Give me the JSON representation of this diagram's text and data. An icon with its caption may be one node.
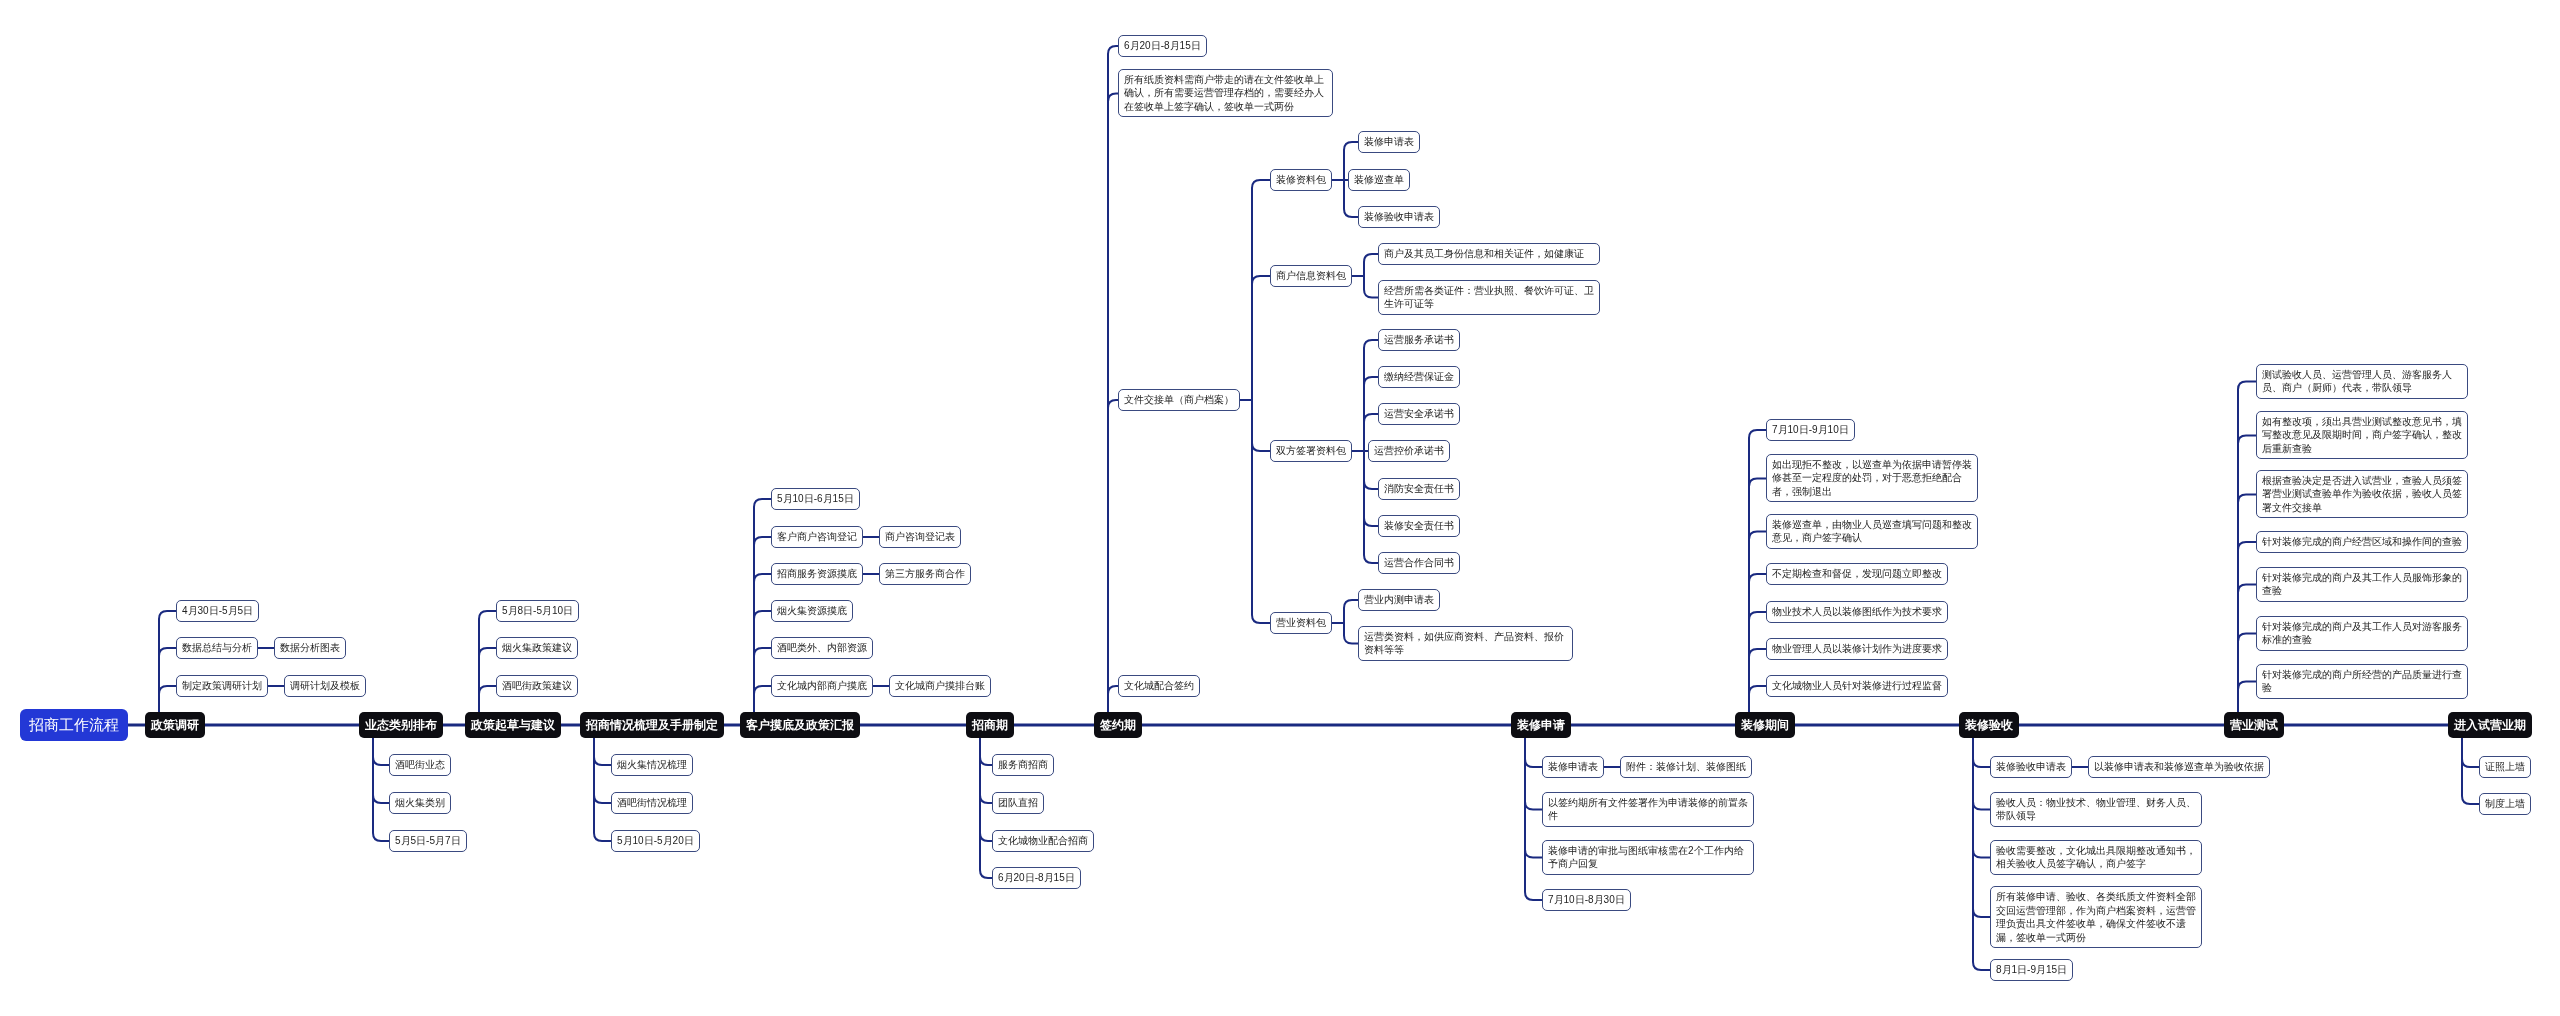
{
  "diagram": {
    "nodes": [
      {
        "text": [
          "招商工作流程"
        ]
      },
      {
        "text": [
          "政策调研"
        ]
      },
      {
        "text": [
          "4月30日-5月5日"
        ]
      },
      {
        "text": [
          "数据总结与分析"
        ]
      },
      {
        "text": [
          "数据分析图表"
        ]
      },
      {
        "text": [
          "制定政策调研计划"
        ]
      },
      {
        "text": [
          "调研计划及模板"
        ]
      },
      {
        "text": [
          "业态类别排布"
        ]
      },
      {
        "text": [
          "酒吧街业态"
        ]
      },
      {
        "text": [
          "烟火集类别"
        ]
      },
      {
        "text": [
          "5月5日-5月7日"
        ]
      },
      {
        "text": [
          "政策起草与建议"
        ]
      },
      {
        "text": [
          "5月8日-5月10日"
        ]
      },
      {
        "text": [
          "烟火集政策建议"
        ]
      },
      {
        "text": [
          "酒吧街政策建议"
        ]
      },
      {
        "text": [
          "招商情况梳理及手册制定"
        ]
      },
      {
        "text": [
          "烟火集情况梳理"
        ]
      },
      {
        "text": [
          "酒吧街情况梳理"
        ]
      },
      {
        "text": [
          "5月10日-5月20日"
        ]
      },
      {
        "text": [
          "客户摸底及政策汇报"
        ]
      },
      {
        "text": [
          "5月10日-6月15日"
        ]
      },
      {
        "text": [
          "客户商户咨询登记"
        ]
      },
      {
        "text": [
          "商户咨询登记表"
        ]
      },
      {
        "text": [
          "招商服务资源摸底"
        ]
      },
      {
        "text": [
          "第三方服务商合作"
        ]
      },
      {
        "text": [
          "烟火集资源摸底"
        ]
      },
      {
        "text": [
          "酒吧类外、内部资源"
        ]
      },
      {
        "text": [
          "文化城内部商户摸底"
        ]
      },
      {
        "text": [
          "文化城商户摸排台账"
        ]
      },
      {
        "text": [
          "招商期"
        ]
      },
      {
        "text": [
          "服务商招商"
        ]
      },
      {
        "text": [
          "团队直招"
        ]
      },
      {
        "text": [
          "文化城物业配合招商"
        ]
      },
      {
        "text": [
          "6月20日-8月15日"
        ]
      },
      {
        "text": [
          "签约期"
        ]
      },
      {
        "text": [
          "6月20日-8月15日"
        ]
      },
      {
        "text": [
          "所有纸质资料需商户带走的请在文件签收单上确认，所有需要运营管理存档的，需要经办人在签收单上签字确认，签收单一式两份"
        ]
      },
      {
        "text": [
          "文件交接单（商户档案）"
        ]
      },
      {
        "text": [
          "装修资料包"
        ]
      },
      {
        "text": [
          "装修申请表"
        ]
      },
      {
        "text": [
          "装修巡查单"
        ]
      },
      {
        "text": [
          "装修验收申请表"
        ]
      },
      {
        "text": [
          "商户信息资料包"
        ]
      },
      {
        "text": [
          "商户及其员工身份信息和相关证件，如健康证"
        ]
      },
      {
        "text": [
          "经营所需各类证件：营业执照、餐饮许可证、卫生许可证等"
        ]
      },
      {
        "text": [
          "双方签署资料包"
        ]
      },
      {
        "text": [
          "运营服务承诺书"
        ]
      },
      {
        "text": [
          "缴纳经营保证金"
        ]
      },
      {
        "text": [
          "运营安全承诺书"
        ]
      },
      {
        "text": [
          "运营控价承诺书"
        ]
      },
      {
        "text": [
          "消防安全责任书"
        ]
      },
      {
        "text": [
          "装修安全责任书"
        ]
      },
      {
        "text": [
          "运营合作合同书"
        ]
      },
      {
        "text": [
          "营业资料包"
        ]
      },
      {
        "text": [
          "营业内测申请表"
        ]
      },
      {
        "text": [
          "运营类资料，如供应商资料、产品资料、报价资料等等"
        ]
      },
      {
        "text": [
          "文化城配合签约"
        ]
      },
      {
        "text": [
          "装修申请"
        ]
      },
      {
        "text": [
          "装修申请表"
        ]
      },
      {
        "text": [
          "附件：装修计划、装修图纸"
        ]
      },
      {
        "text": [
          "以签约期所有文件签署作为申请装修的前置条件"
        ]
      },
      {
        "text": [
          "装修申请的审批与图纸审核需在2个工作内给予商户回复"
        ]
      },
      {
        "text": [
          "7月10日-8月30日"
        ]
      },
      {
        "text": [
          "装修期间"
        ]
      },
      {
        "text": [
          "7月10日-9月10日"
        ]
      },
      {
        "text": [
          "如出现拒不整改，以巡查单为依据申请暂停装修甚至一定程度的处罚，对于恶意拒绝配合者，强制退出"
        ]
      },
      {
        "text": [
          "装修巡查单，由物业人员巡查填写问题和整改意见，商户签字确认"
        ]
      },
      {
        "text": [
          "不定期检查和督促，发现问题立即整改"
        ]
      },
      {
        "text": [
          "物业技术人员以装修图纸作为技术要求"
        ]
      },
      {
        "text": [
          "物业管理人员以装修计划作为进度要求"
        ]
      },
      {
        "text": [
          "文化城物业人员针对装修进行过程监督"
        ]
      },
      {
        "text": [
          "装修验收"
        ]
      },
      {
        "text": [
          "装修验收申请表"
        ]
      },
      {
        "text": [
          "以装修申请表和装修巡查单为验收依据"
        ]
      },
      {
        "text": [
          "验收人员：物业技术、物业管理、财务人员、带队领导"
        ]
      },
      {
        "text": [
          "验收需要整改，文化城出具限期整改通知书，相关验收人员签字确认，商户签字"
        ]
      },
      {
        "text": [
          "所有装修申请、验收、各类纸质文件资料全部交回运营管理部，作为商户档案资料，运营管理负责出具文件签收单，确保文件签收不遗漏，签收单一式两份"
        ]
      },
      {
        "text": [
          "8月1日-9月15日"
        ]
      },
      {
        "text": [
          "营业测试"
        ]
      },
      {
        "text": [
          "测试验收人员、运营管理人员、游客服务人员、商户（厨师）代表，带队领导"
        ]
      },
      {
        "text": [
          "如有整改项，须出具营业测试整改意见书，填写整改意见及限期时间，商户签字确认，整改后重新查验"
        ]
      },
      {
        "text": [
          "根据查验决定是否进入试营业，查验人员须签署营业测试查验单作为验收依据，验收人员签署文件交接单"
        ]
      },
      {
        "text": [
          "针对装修完成的商户经营区域和操作间的查验"
        ]
      },
      {
        "text": [
          "针对装修完成的商户及其工作人员服饰形象的查验"
        ]
      },
      {
        "text": [
          "针对装修完成的商户及其工作人员对游客服务标准的查验"
        ]
      },
      {
        "text": [
          "针对装修完成的商户所经营的产品质量进行查验"
        ]
      },
      {
        "text": [
          "进入试营业期"
        ]
      },
      {
        "text": [
          "证照上墙"
        ]
      },
      {
        "text": [
          "制度上墙"
        ]
      }
    ],
    "edges": [
      {
        "from": 0,
        "to": 1,
        "arrow": "none"
      },
      {
        "from": 1,
        "to": 2,
        "arrow": "none"
      },
      {
        "from": 1,
        "to": 3,
        "arrow": "none"
      },
      {
        "from": 3,
        "to": 4,
        "arrow": "none"
      },
      {
        "from": 1,
        "to": 5,
        "arrow": "none"
      },
      {
        "from": 5,
        "to": 6,
        "arrow": "none"
      },
      {
        "from": 1,
        "to": 7,
        "arrow": "none"
      },
      {
        "from": 7,
        "to": 8,
        "arrow": "none"
      },
      {
        "from": 7,
        "to": 9,
        "arrow": "none"
      },
      {
        "from": 7,
        "to": 10,
        "arrow": "none"
      },
      {
        "from": 7,
        "to": 11,
        "arrow": "none"
      },
      {
        "from": 11,
        "to": 12,
        "arrow": "none"
      },
      {
        "from": 11,
        "to": 13,
        "arrow": "none"
      },
      {
        "from": 11,
        "to": 14,
        "arrow": "none"
      },
      {
        "from": 11,
        "to": 15,
        "arrow": "none"
      },
      {
        "from": 15,
        "to": 16,
        "arrow": "none"
      },
      {
        "from": 15,
        "to": 17,
        "arrow": "none"
      },
      {
        "from": 15,
        "to": 18,
        "arrow": "none"
      },
      {
        "from": 15,
        "to": 19,
        "arrow": "none"
      },
      {
        "from": 19,
        "to": 20,
        "arrow": "none"
      },
      {
        "from": 19,
        "to": 21,
        "arrow": "none"
      },
      {
        "from": 21,
        "to": 22,
        "arrow": "none"
      },
      {
        "from": 19,
        "to": 23,
        "arrow": "none"
      },
      {
        "from": 23,
        "to": 24,
        "arrow": "none"
      },
      {
        "from": 19,
        "to": 25,
        "arrow": "none"
      },
      {
        "from": 19,
        "to": 26,
        "arrow": "none"
      },
      {
        "from": 19,
        "to": 27,
        "arrow": "none"
      },
      {
        "from": 27,
        "to": 28,
        "arrow": "none"
      },
      {
        "from": 19,
        "to": 29,
        "arrow": "none"
      },
      {
        "from": 29,
        "to": 30,
        "arrow": "none"
      },
      {
        "from": 29,
        "to": 31,
        "arrow": "none"
      },
      {
        "from": 29,
        "to": 32,
        "arrow": "none"
      },
      {
        "from": 29,
        "to": 33,
        "arrow": "none"
      },
      {
        "from": 29,
        "to": 34,
        "arrow": "none"
      },
      {
        "from": 34,
        "to": 35,
        "arrow": "none"
      },
      {
        "from": 34,
        "to": 36,
        "arrow": "none"
      },
      {
        "from": 34,
        "to": 37,
        "arrow": "none"
      },
      {
        "from": 37,
        "to": 38,
        "arrow": "none"
      },
      {
        "from": 38,
        "to": 39,
        "arrow": "none"
      },
      {
        "from": 38,
        "to": 40,
        "arrow": "none"
      },
      {
        "from": 38,
        "to": 41,
        "arrow": "none"
      },
      {
        "from": 37,
        "to": 42,
        "arrow": "none"
      },
      {
        "from": 42,
        "to": 43,
        "arrow": "none"
      },
      {
        "from": 42,
        "to": 44,
        "arrow": "none"
      },
      {
        "from": 37,
        "to": 45,
        "arrow": "none"
      },
      {
        "from": 45,
        "to": 46,
        "arrow": "none"
      },
      {
        "from": 45,
        "to": 47,
        "arrow": "none"
      },
      {
        "from": 45,
        "to": 48,
        "arrow": "none"
      },
      {
        "from": 45,
        "to": 49,
        "arrow": "none"
      },
      {
        "from": 45,
        "to": 50,
        "arrow": "none"
      },
      {
        "from": 45,
        "to": 51,
        "arrow": "none"
      },
      {
        "from": 45,
        "to": 52,
        "arrow": "none"
      },
      {
        "from": 37,
        "to": 53,
        "arrow": "none"
      },
      {
        "from": 53,
        "to": 54,
        "arrow": "none"
      },
      {
        "from": 53,
        "to": 55,
        "arrow": "none"
      },
      {
        "from": 34,
        "to": 56,
        "arrow": "none"
      },
      {
        "from": 34,
        "to": 57,
        "arrow": "none"
      },
      {
        "from": 57,
        "to": 58,
        "arrow": "none"
      },
      {
        "from": 58,
        "to": 59,
        "arrow": "none"
      },
      {
        "from": 57,
        "to": 60,
        "arrow": "none"
      },
      {
        "from": 57,
        "to": 61,
        "arrow": "none"
      },
      {
        "from": 57,
        "to": 62,
        "arrow": "none"
      },
      {
        "from": 57,
        "to": 63,
        "arrow": "none"
      },
      {
        "from": 63,
        "to": 64,
        "arrow": "none"
      },
      {
        "from": 63,
        "to": 65,
        "arrow": "none"
      },
      {
        "from": 63,
        "to": 66,
        "arrow": "none"
      },
      {
        "from": 63,
        "to": 67,
        "arrow": "none"
      },
      {
        "from": 63,
        "to": 68,
        "arrow": "none"
      },
      {
        "from": 63,
        "to": 69,
        "arrow": "none"
      },
      {
        "from": 63,
        "to": 70,
        "arrow": "none"
      },
      {
        "from": 63,
        "to": 71,
        "arrow": "none"
      },
      {
        "from": 71,
        "to": 72,
        "arrow": "none"
      },
      {
        "from": 72,
        "to": 73,
        "arrow": "none"
      },
      {
        "from": 71,
        "to": 74,
        "arrow": "none"
      },
      {
        "from": 71,
        "to": 75,
        "arrow": "none"
      },
      {
        "from": 71,
        "to": 76,
        "arrow": "none"
      },
      {
        "from": 71,
        "to": 77,
        "arrow": "none"
      },
      {
        "from": 71,
        "to": 78,
        "arrow": "none"
      },
      {
        "from": 78,
        "to": 79,
        "arrow": "none"
      },
      {
        "from": 78,
        "to": 80,
        "arrow": "none"
      },
      {
        "from": 78,
        "to": 81,
        "arrow": "none"
      },
      {
        "from": 78,
        "to": 82,
        "arrow": "none"
      },
      {
        "from": 78,
        "to": 83,
        "arrow": "none"
      },
      {
        "from": 78,
        "to": 84,
        "arrow": "none"
      },
      {
        "from": 78,
        "to": 85,
        "arrow": "none"
      },
      {
        "from": 78,
        "to": 86,
        "arrow": "none"
      },
      {
        "from": 86,
        "to": 87,
        "arrow": "none"
      },
      {
        "from": 86,
        "to": 88,
        "arrow": "none"
      }
    ]
  }
}
